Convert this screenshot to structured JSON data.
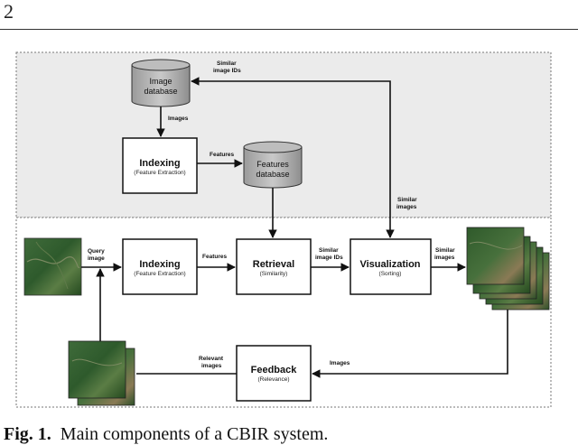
{
  "page": {
    "number": "2"
  },
  "figure": {
    "nodes": {
      "image_db": {
        "line1": "Image",
        "line2": "database"
      },
      "indexing_top": {
        "title": "Indexing",
        "sub": "(Feature Extraction)"
      },
      "features_db": {
        "line1": "Features",
        "line2": "database"
      },
      "indexing_bottom": {
        "title": "Indexing",
        "sub": "(Feature Extraction)"
      },
      "retrieval": {
        "title": "Retrieval",
        "sub": "(Similarity)"
      },
      "visualization": {
        "title": "Visualization",
        "sub": "(Sorting)"
      },
      "feedback": {
        "title": "Feedback",
        "sub": "(Relevance)"
      }
    },
    "edges": {
      "images_top": "Images",
      "features_top": "Features",
      "similar_ids_top_1": "Similar",
      "similar_ids_top_2": "image IDs",
      "similar_images_1": "Similar",
      "similar_images_2": "images",
      "query_1": "Query",
      "query_2": "image",
      "features_bottom": "Features",
      "similar_ids_bottom_1": "Similar",
      "similar_ids_bottom_2": "image IDs",
      "similar_images_out_1": "Similar",
      "similar_images_out_2": "images",
      "images_back": "Images",
      "relevant_1": "Relevant",
      "relevant_2": "images"
    }
  },
  "caption": {
    "label": "Fig. 1.",
    "text": "Main components of a CBIR system."
  }
}
